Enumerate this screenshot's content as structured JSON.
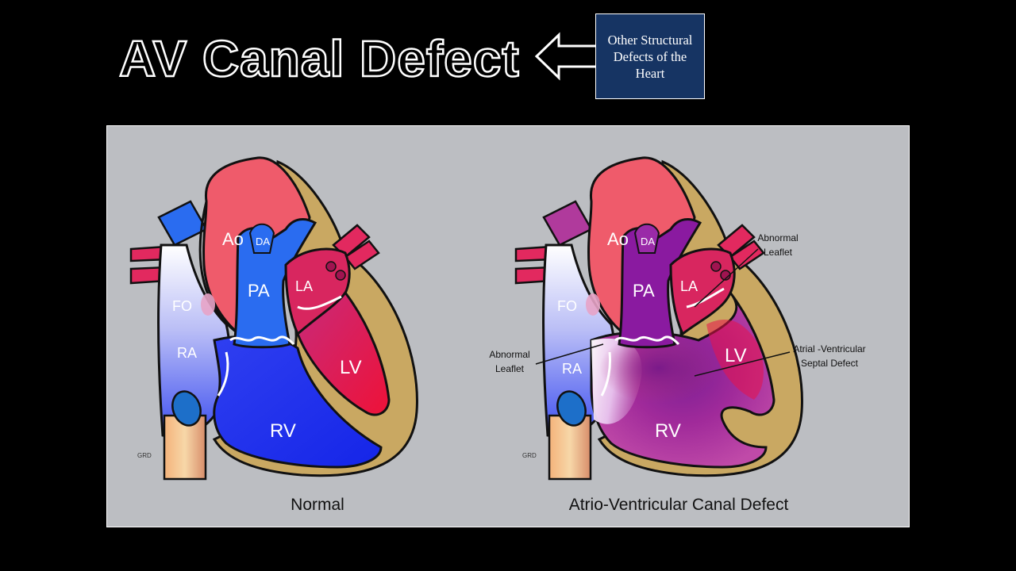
{
  "title": "AV Canal Defect",
  "nav": {
    "label": "Other Structural Defects of the Heart"
  },
  "diagrams": {
    "normal": {
      "caption": "Normal",
      "labels": {
        "ao": "Ao",
        "da": "DA",
        "pa": "PA",
        "la": "LA",
        "fo": "FO",
        "ra": "RA",
        "lv": "LV",
        "rv": "RV",
        "grd": "GRD"
      }
    },
    "defect": {
      "caption": "Atrio-Ventricular Canal Defect",
      "labels": {
        "ao": "Ao",
        "da": "DA",
        "pa": "PA",
        "la": "LA",
        "fo": "FO",
        "ra": "RA",
        "lv": "LV",
        "rv": "RV",
        "grd": "GRD"
      },
      "annotations": {
        "leaflet_top_1": "Abnormal",
        "leaflet_top_2": "Leaflet",
        "leaflet_left_1": "Abnormal",
        "leaflet_left_2": "Leaflet",
        "septal_1": "Atrial -Ventricular",
        "septal_2": "Septal Defect"
      }
    }
  },
  "colors": {
    "background": "#000000",
    "panel": "#bcbec2",
    "nav_box": "#163463",
    "aorta": "#ef5b6b",
    "venous": "#2a6cf0",
    "arterial": "#e8124a",
    "mixed": "#8a1aa0",
    "pericardium": "#c9a862"
  }
}
